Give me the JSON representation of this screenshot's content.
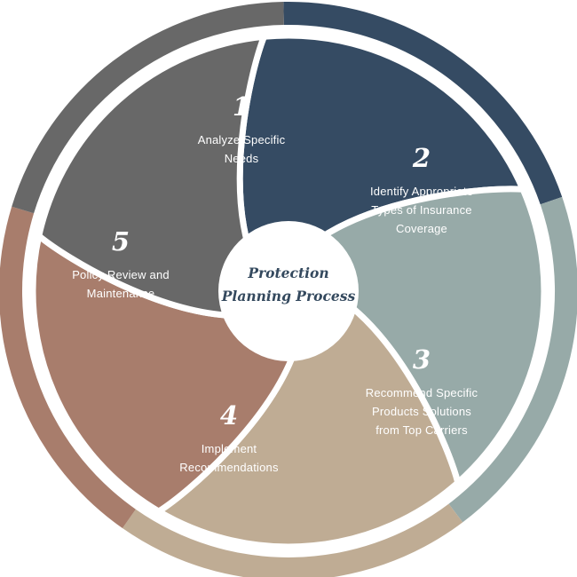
{
  "center": {
    "title_lines": [
      "Protection",
      "Planning Process"
    ]
  },
  "colors": {
    "step1": "#354b63",
    "step2": "#97aaa8",
    "step3": "#bfac94",
    "step4": "#a87d6c",
    "step5": "#686868",
    "center_text": "#34495e"
  },
  "steps": [
    {
      "number": "1",
      "lines": [
        "Analyze Specific",
        "Needs"
      ]
    },
    {
      "number": "2",
      "lines": [
        "Identify Appropriate",
        "Types of Insurance",
        "Coverage"
      ]
    },
    {
      "number": "3",
      "lines": [
        "Recommend Specific",
        "Products Solutions",
        "from Top Carriers"
      ]
    },
    {
      "number": "4",
      "lines": [
        "Implement",
        "Recommendations"
      ]
    },
    {
      "number": "5",
      "lines": [
        "Policy Review and",
        "Maintenance"
      ]
    }
  ]
}
